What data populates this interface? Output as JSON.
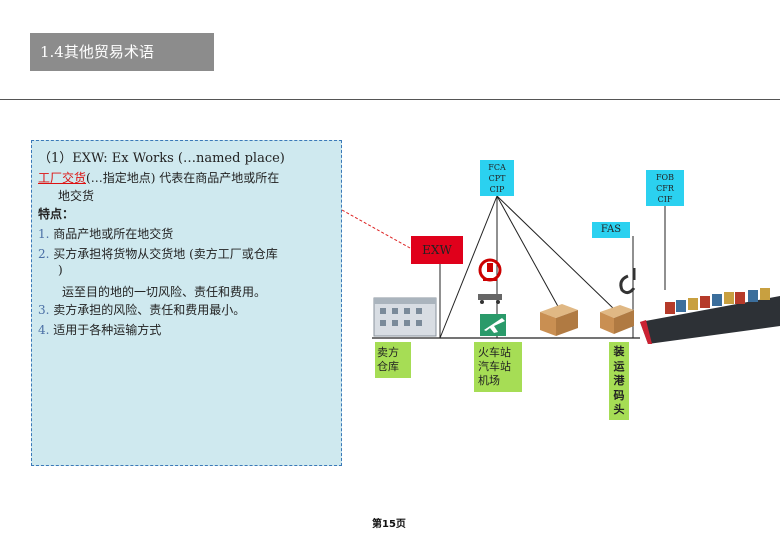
{
  "header": {
    "title": "1.4其他贸易术语"
  },
  "textbox": {
    "heading": "（1）EXW:  Ex Works  (…named place)",
    "def_term": "工厂交货",
    "def_rest": "(…指定地点) 代表在商品产地或所在",
    "def_line2": "地交货",
    "features_label": "特点：",
    "items": [
      {
        "num": "1.",
        "text": "商品产地或所在地交货"
      },
      {
        "num": "2.",
        "text": "买方承担将货物从交货地 (卖方工厂或仓库"
      },
      {
        "num": "",
        "text": ")"
      },
      {
        "num": "",
        "text": "运至目的地的一切风险、责任和费用。"
      },
      {
        "num": "3.",
        "text": "卖方承担的风险、责任和费用最小。"
      },
      {
        "num": "4.",
        "text": "适用于各种运输方式"
      }
    ]
  },
  "diagram": {
    "fca_box": [
      "FCA",
      "CPT",
      "CIP"
    ],
    "fob_box": [
      "FOB",
      "CFR",
      "CIF"
    ],
    "fas_label": "FAS",
    "exw_label": "EXW",
    "seller_label": [
      "卖方",
      "仓库"
    ],
    "station_label": [
      "火车站",
      "汽车站",
      "机场"
    ],
    "port_label": [
      "装",
      "运",
      "港",
      "码",
      "头"
    ],
    "colors": {
      "cyan": "#2bd1f0",
      "green": "#a6dd55",
      "red_box": "#e0001b",
      "box_border": "#3a79b8"
    }
  },
  "footer": {
    "page": "第15页"
  }
}
